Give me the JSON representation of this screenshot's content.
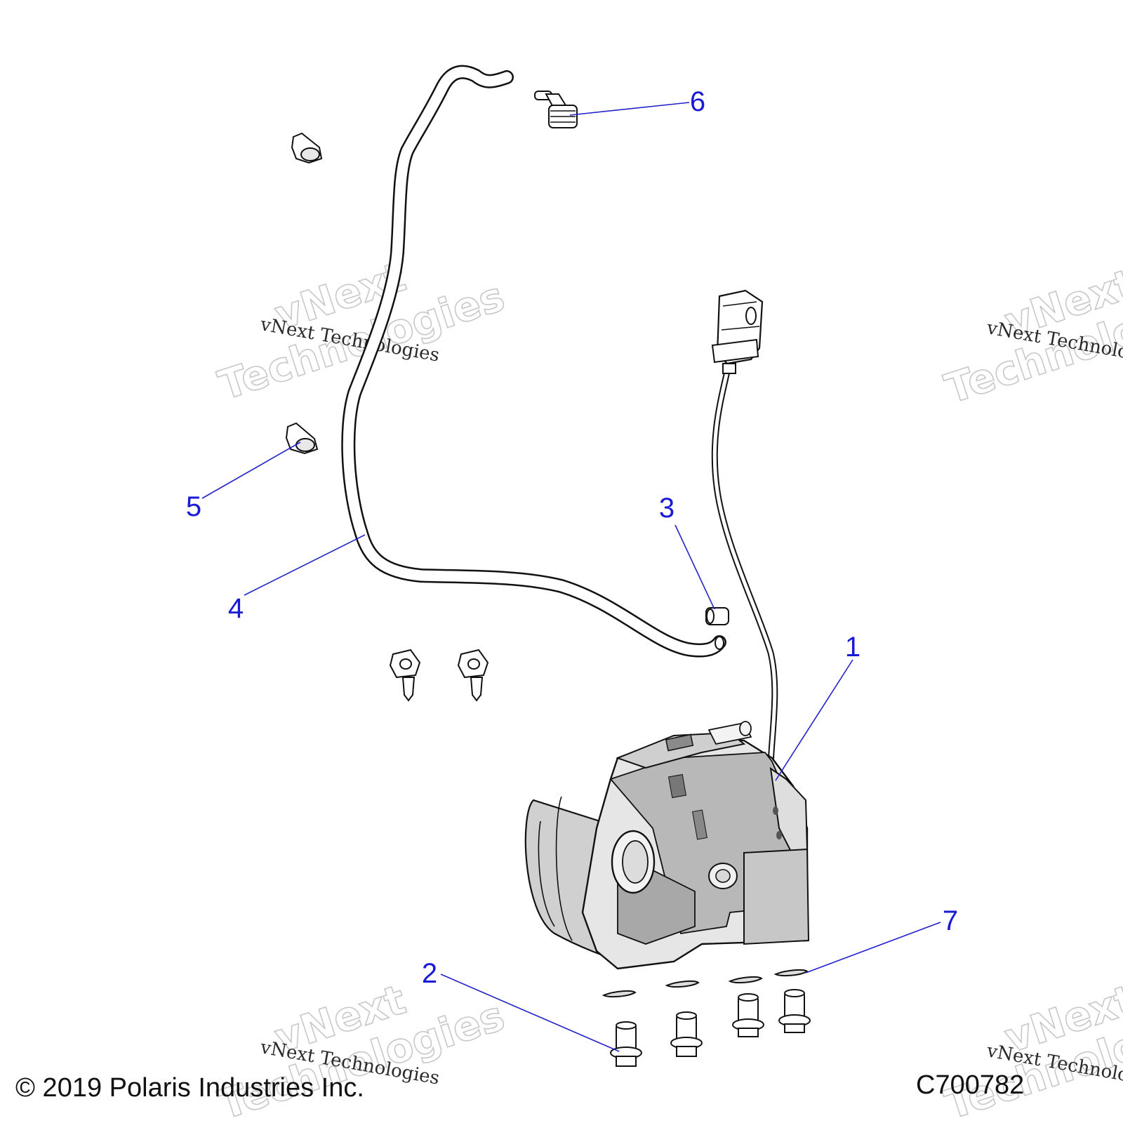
{
  "diagram": {
    "callouts": [
      {
        "id": "1",
        "label": "1"
      },
      {
        "id": "2",
        "label": "2"
      },
      {
        "id": "3",
        "label": "3"
      },
      {
        "id": "4",
        "label": "4"
      },
      {
        "id": "5",
        "label": "5"
      },
      {
        "id": "6",
        "label": "6"
      },
      {
        "id": "7",
        "label": "7"
      }
    ]
  },
  "watermark": {
    "small_text": "vNext Technologies",
    "big_line1": "vNext",
    "big_line2": "Technologies",
    "small_text_cut": "vNext Technolo",
    "big_line2_cut": "Technolo",
    "big_line1_cut": "vNext"
  },
  "footer": {
    "copyright": "© 2019 Polaris Industries Inc.",
    "figure_code": "C700782"
  },
  "colors": {
    "callout": "#1a1ad6",
    "part_fill_light": "#d6d6d6",
    "part_fill_dark": "#9a9a9a"
  }
}
